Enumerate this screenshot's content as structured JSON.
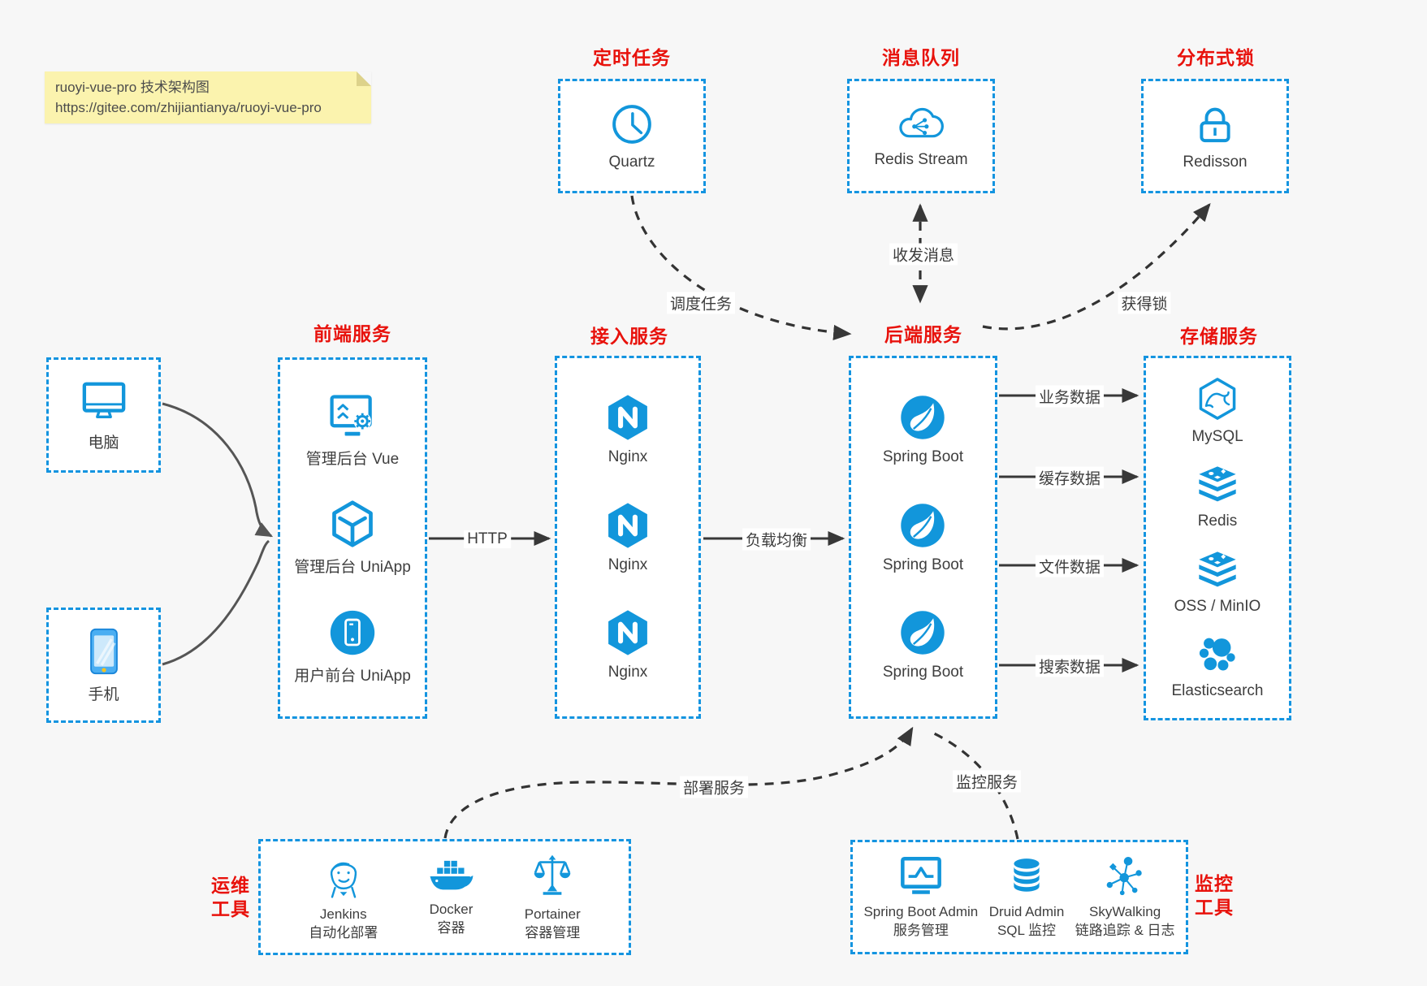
{
  "note": {
    "line1": "ruoyi-vue-pro 技术架构图",
    "line2": "https://gitee.com/zhijiantianya/ruoyi-vue-pro"
  },
  "colors": {
    "accent_blue": "#1296db",
    "title_red": "#e8120c",
    "background": "#f7f7f7",
    "node_text": "#3e3e3e",
    "note_bg": "#fbf3ae"
  },
  "groups": {
    "scheduled_task": {
      "title": "定时任务",
      "nodes": [
        {
          "label": "Quartz",
          "icon": "clock-icon"
        }
      ]
    },
    "message_queue": {
      "title": "消息队列",
      "nodes": [
        {
          "label": "Redis Stream",
          "icon": "cloud-network-icon"
        }
      ]
    },
    "distributed_lock": {
      "title": "分布式锁",
      "nodes": [
        {
          "label": "Redisson",
          "icon": "lock-icon"
        }
      ]
    },
    "clients": {
      "nodes": [
        {
          "label": "电脑",
          "icon": "desktop-icon"
        },
        {
          "label": "手机",
          "icon": "smartphone-icon"
        }
      ]
    },
    "frontend": {
      "title": "前端服务",
      "nodes": [
        {
          "label": "管理后台 Vue",
          "icon": "admin-vue-icon"
        },
        {
          "label": "管理后台 UniApp",
          "icon": "uniapp-cube-icon"
        },
        {
          "label": "用户前台 UniApp",
          "icon": "mobile-app-icon"
        }
      ]
    },
    "access": {
      "title": "接入服务",
      "nodes": [
        {
          "label": "Nginx",
          "icon": "nginx-icon"
        },
        {
          "label": "Nginx",
          "icon": "nginx-icon"
        },
        {
          "label": "Nginx",
          "icon": "nginx-icon"
        }
      ]
    },
    "backend": {
      "title": "后端服务",
      "nodes": [
        {
          "label": "Spring Boot",
          "icon": "spring-boot-icon"
        },
        {
          "label": "Spring Boot",
          "icon": "spring-boot-icon"
        },
        {
          "label": "Spring Boot",
          "icon": "spring-boot-icon"
        }
      ]
    },
    "storage": {
      "title": "存储服务",
      "nodes": [
        {
          "label": "MySQL",
          "icon": "mysql-icon"
        },
        {
          "label": "Redis",
          "icon": "redis-stack-icon"
        },
        {
          "label": "OSS / MinIO",
          "icon": "object-storage-icon"
        },
        {
          "label": "Elasticsearch",
          "icon": "elasticsearch-icon"
        }
      ]
    },
    "ops_tools": {
      "title_lines": [
        "运维",
        "工具"
      ],
      "nodes": [
        {
          "label": "Jenkins",
          "sub": "自动化部署",
          "icon": "jenkins-icon"
        },
        {
          "label": "Docker",
          "sub": "容器",
          "icon": "docker-whale-icon"
        },
        {
          "label": "Portainer",
          "sub": "容器管理",
          "icon": "scales-icon"
        }
      ]
    },
    "monitor_tools": {
      "title_lines": [
        "监控",
        "工具"
      ],
      "nodes": [
        {
          "label": "Spring Boot Admin",
          "sub": "服务管理",
          "icon": "monitor-chart-icon"
        },
        {
          "label": "Druid Admin",
          "sub": "SQL 监控",
          "icon": "database-icon"
        },
        {
          "label": "SkyWalking",
          "sub": "链路追踪 & 日志",
          "icon": "hub-nodes-icon"
        }
      ]
    }
  },
  "edge_labels": {
    "http": "HTTP",
    "load_balance": "负载均衡",
    "business_data": "业务数据",
    "cache_data": "缓存数据",
    "file_data": "文件数据",
    "search_data": "搜索数据",
    "schedule_task": "调度任务",
    "send_receive_message": "收发消息",
    "acquire_lock": "获得锁",
    "deploy_service": "部署服务",
    "monitor_service": "监控服务"
  }
}
